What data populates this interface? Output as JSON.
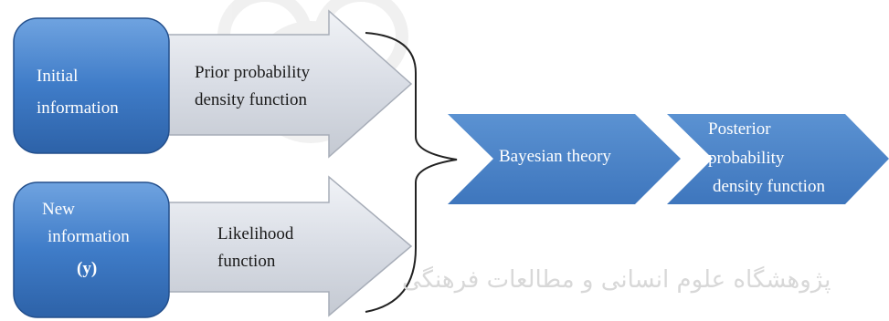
{
  "inputs": [
    {
      "source": "Initial information",
      "source_line1": "Initial",
      "source_line2": "information",
      "result_line1": "Prior probability",
      "result_line2": "density function"
    },
    {
      "source_line1": "New",
      "source_line2": "information",
      "source_line3": "(y)",
      "result_line1": "Likelihood",
      "result_line2": "function"
    }
  ],
  "process": {
    "label": "Bayesian theory"
  },
  "output": {
    "line1": "Posterior",
    "line2": "probability",
    "line3": "density function"
  },
  "watermark": {
    "text": "پژوهشگاه علوم انسانی و مطالعات فرهنگی"
  },
  "colors": {
    "box_blue": "#3c78c8",
    "arrow_blue": "#4a82c4",
    "arrow_gray": "#d8dce4"
  }
}
